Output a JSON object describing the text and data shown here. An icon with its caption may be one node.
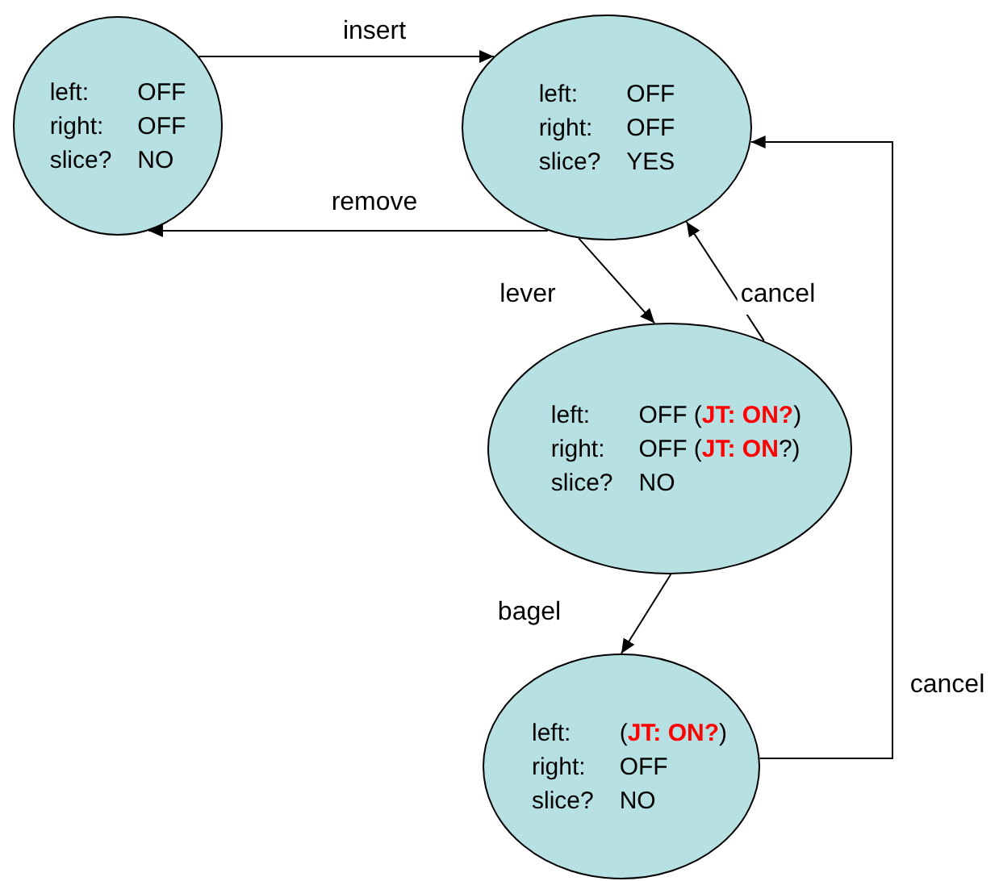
{
  "diagram": {
    "nodes": [
      {
        "text": [
          "left:",
          "OFF",
          "right:",
          "OFF",
          "slice?",
          "NO"
        ]
      },
      {
        "text": [
          "left:",
          "OFF",
          "right:",
          "OFF",
          "slice?",
          "YES"
        ]
      },
      {
        "text": [
          "left:",
          "OFF (**JT: ON?**)",
          "right:",
          "OFF (**JT: ON**?)",
          "slice?",
          "NO"
        ]
      },
      {
        "text": [
          "left:",
          "(**JT: ON?**)",
          "right:",
          "OFF",
          "slice?",
          "NO"
        ]
      }
    ],
    "edges": [
      {
        "from": 0,
        "to": 1,
        "arrow": "to",
        "label": "insert"
      },
      {
        "from": 1,
        "to": 0,
        "arrow": "to",
        "label": "remove"
      },
      {
        "from": 1,
        "to": 2,
        "arrow": "to",
        "label": "lever"
      },
      {
        "from": 2,
        "to": 1,
        "arrow": "to",
        "label": "cancel"
      },
      {
        "from": 2,
        "to": 3,
        "arrow": "to",
        "label": "bagel"
      },
      {
        "from": 3,
        "to": 1,
        "arrow": "to",
        "label": "cancel"
      }
    ]
  }
}
